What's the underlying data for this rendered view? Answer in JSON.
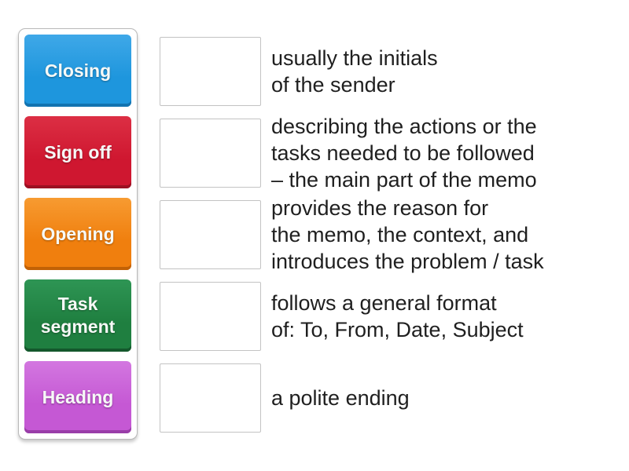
{
  "activity": {
    "tiles": [
      {
        "label": "Closing",
        "color": "#1e96dd",
        "color_top": "#3fa8e8",
        "color_edge": "#1273b0"
      },
      {
        "label": "Sign off",
        "color": "#cf1730",
        "color_top": "#dc2f44",
        "color_edge": "#9c1022"
      },
      {
        "label": "Opening",
        "color": "#f07f0e",
        "color_top": "#f79b31",
        "color_edge": "#c26105"
      },
      {
        "label": "Task segment",
        "color": "#1f7f40",
        "color_top": "#2e9554",
        "color_edge": "#14582c"
      },
      {
        "label": "Heading",
        "color": "#c558d4",
        "color_top": "#d377e0",
        "color_edge": "#993ea8"
      }
    ],
    "definitions": [
      {
        "text": "usually the initials\nof the sender"
      },
      {
        "text": "describing the actions or the\ntasks needed to be followed\n– the main part of the memo"
      },
      {
        "text": "provides the reason for\nthe memo, the context, and\nintroduces the problem / task"
      },
      {
        "text": "follows a general format\nof: To, From, Date, Subject"
      },
      {
        "text": "a polite ending"
      }
    ],
    "colors": {
      "page_background": "#ffffff",
      "definition_text": "#1f1f1f",
      "dropzone_border": "#c3c3c3",
      "panel_border": "#b9b9b9",
      "tile_text": "#f7f9f7"
    }
  }
}
